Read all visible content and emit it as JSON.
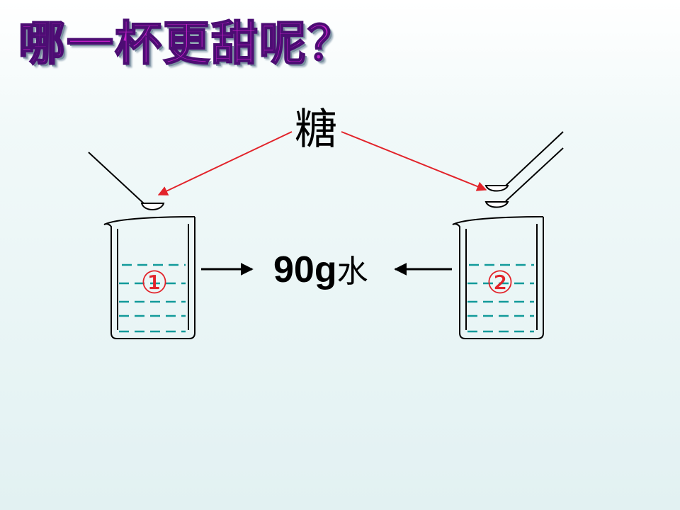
{
  "title": "哪一杯更甜呢？",
  "sugar_label": "糖",
  "water_label": {
    "amount": "90g",
    "unit": "水"
  },
  "beakers": [
    {
      "number": "①"
    },
    {
      "number": "②"
    }
  ],
  "colors": {
    "title_fill": "#c21fc8",
    "title_outline": "#4c0d73",
    "arrow_red": "#e2232a",
    "water_dash": "#129a9a",
    "beaker_number": "#e2232a"
  }
}
